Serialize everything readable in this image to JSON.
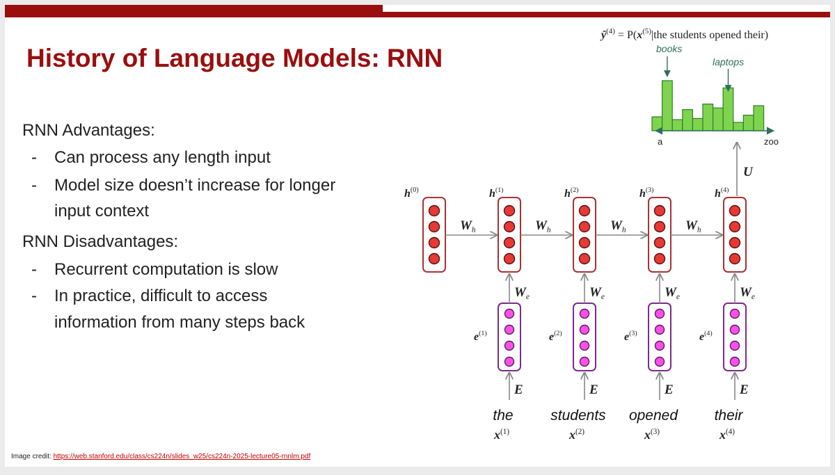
{
  "title": "History of Language Models: RNN",
  "advantages": {
    "heading": "RNN Advantages:",
    "items": [
      {
        "lines": [
          "Can process any length input"
        ]
      },
      {
        "lines": [
          "Model size doesn’t increase for longer",
          "input context"
        ]
      }
    ]
  },
  "disadvantages": {
    "heading": "RNN Disadvantages:",
    "items": [
      {
        "lines": [
          "Recurrent computation is slow"
        ]
      },
      {
        "lines": [
          "In practice, difficult to access",
          "information from many steps back"
        ]
      }
    ]
  },
  "bullet_marker": "-",
  "credit": {
    "label": "Image credit: ",
    "link": "https://web.stanford.edu/class/cs224n/slides_w25/cs224n-2025-lecture05-rnnlm.pdf"
  },
  "diagram": {
    "output_formula": {
      "lhs": "ŷ",
      "lhs_sup": "(4)",
      "eq": " = P(",
      "x": "x",
      "x_sup": "(5)",
      "rest": "|the students opened their)"
    },
    "distribution": {
      "bars": [
        0.25,
        0.9,
        0.2,
        0.38,
        0.22,
        0.48,
        0.41,
        0.77,
        0.15,
        0.28,
        0.45
      ],
      "books_label": "books",
      "laptops_label": "laptops",
      "books_bar": 1,
      "laptops_bar": 7,
      "axis_start": "a",
      "axis_end": "zoo"
    },
    "colors": {
      "hidden": "#e53935",
      "embedding": "#ff4fe6",
      "hidden_border": "#a83232",
      "embedding_border": "#7b2a8c",
      "bar": "#7fd44d",
      "bar_border": "#2e7d32",
      "axis": "#2e6e5a",
      "dark_red": "#9a0e0e"
    },
    "u_label": "U",
    "wh": "W",
    "wh_sub": "h",
    "we": "W",
    "we_sub": "e",
    "emb_matrix": "E",
    "h0": {
      "sym": "h",
      "sup": "(0)"
    },
    "steps": [
      {
        "h": "h",
        "h_sup": "(1)",
        "e": "e",
        "e_sup": "(1)",
        "word": "the",
        "x": "x",
        "x_sup": "(1)"
      },
      {
        "h": "h",
        "h_sup": "(2)",
        "e": "e",
        "e_sup": "(2)",
        "word": "students",
        "x": "x",
        "x_sup": "(2)"
      },
      {
        "h": "h",
        "h_sup": "(3)",
        "e": "e",
        "e_sup": "(3)",
        "word": "opened",
        "x": "x",
        "x_sup": "(3)"
      },
      {
        "h": "h",
        "h_sup": "(4)",
        "e": "e",
        "e_sup": "(4)",
        "word": "their",
        "x": "x",
        "x_sup": "(4)"
      }
    ]
  }
}
